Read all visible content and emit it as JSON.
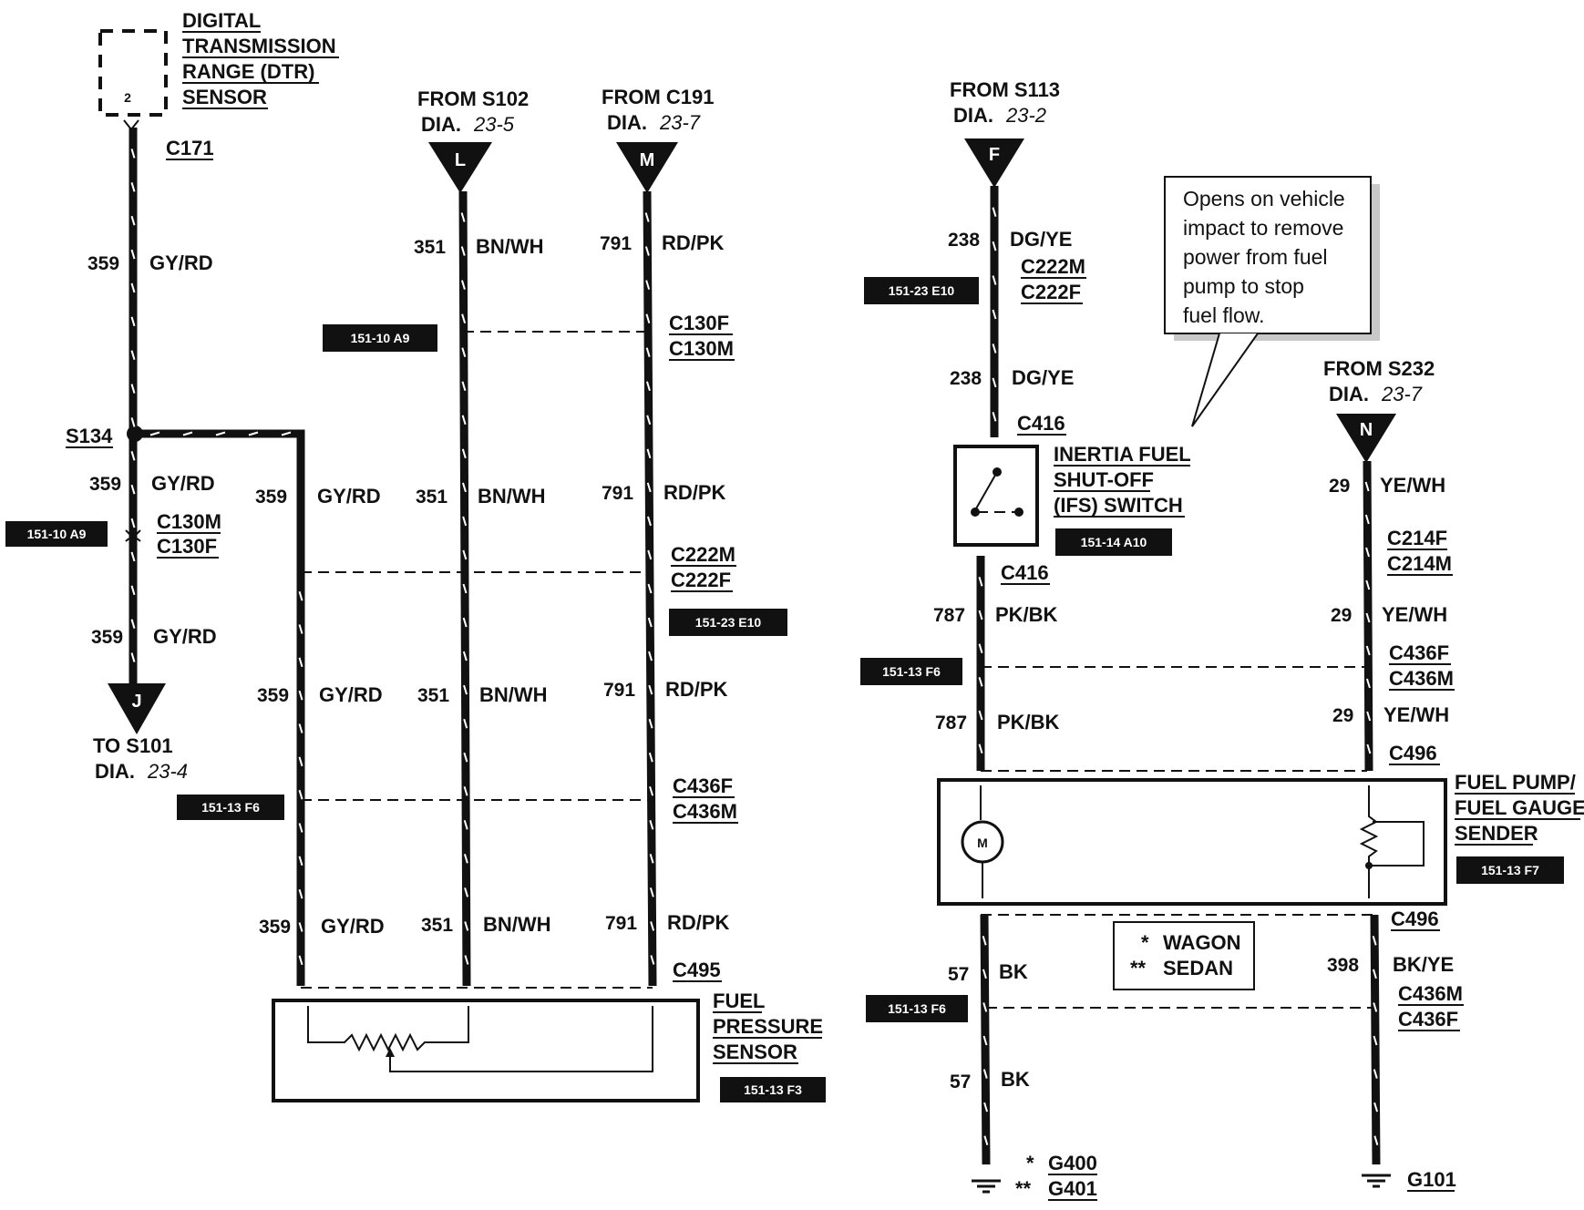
{
  "dtr_sensor": {
    "pin": "2",
    "title_lines": [
      "DIGITAL",
      "TRANSMISSION",
      "RANGE (DTR)",
      "SENSOR"
    ],
    "connector": "C171"
  },
  "splice_s134": "S134",
  "to_s101": {
    "line1": "TO S101",
    "dia_prefix": "DIA.",
    "dia_ref": "23-4",
    "tri": "J"
  },
  "from_s102": {
    "line1": "FROM S102",
    "dia_prefix": "DIA.",
    "dia_ref": "23-5",
    "tri": "L"
  },
  "from_c191": {
    "line1": "FROM C191",
    "dia_prefix": "DIA.",
    "dia_ref": "23-7",
    "tri": "M"
  },
  "from_s113": {
    "line1": "FROM S113",
    "dia_prefix": "DIA.",
    "dia_ref": "23-2",
    "tri": "F"
  },
  "from_s232": {
    "line1": "FROM S232",
    "dia_prefix": "DIA.",
    "dia_ref": "23-7",
    "tri": "N"
  },
  "wires": {
    "w359": {
      "num": "359",
      "color": "GY/RD"
    },
    "w351": {
      "num": "351",
      "color": "BN/WH"
    },
    "w791": {
      "num": "791",
      "color": "RD/PK"
    },
    "w238": {
      "num": "238",
      "color": "DG/YE"
    },
    "w787": {
      "num": "787",
      "color": "PK/BK"
    },
    "w29": {
      "num": "29",
      "color": "YE/WH"
    },
    "w57": {
      "num": "57",
      "color": "BK"
    },
    "w398": {
      "num": "398",
      "color": "BK/YE"
    }
  },
  "connectors": {
    "c130m": "C130M",
    "c130f": "C130F",
    "c222m": "C222M",
    "c222f": "C222F",
    "c436f": "C436F",
    "c436m": "C436M",
    "c495": "C495",
    "c416": "C416",
    "c214f": "C214F",
    "c214m": "C214M",
    "c496": "C496"
  },
  "refs": {
    "r151_10_a9": "151-10 A9",
    "r151_13_f6": "151-13 F6",
    "r151_23_e10": "151-23 E10",
    "r151_13_f3": "151-13 F3",
    "r151_14_a10": "151-14 A10",
    "r151_13_f7": "151-13 F7"
  },
  "fuel_pressure_sensor": [
    "FUEL",
    "PRESSURE",
    "SENSOR"
  ],
  "ifs_switch": [
    "INERTIA FUEL",
    "SHUT-OFF",
    "(IFS) SWITCH"
  ],
  "fuel_pump": {
    "lines": [
      "FUEL PUMP/",
      "FUEL GAUGE",
      "SENDER"
    ],
    "motor": "M"
  },
  "callout": [
    "Opens on vehicle",
    "impact to remove",
    "power from fuel",
    "pump to stop",
    "fuel flow."
  ],
  "legend": {
    "wagon_mark": "*",
    "wagon": "WAGON",
    "sedan_mark": "**",
    "sedan": "SEDAN"
  },
  "grounds": {
    "g400_mark": "*",
    "g400": "G400",
    "g401_mark": "**",
    "g401": "G401",
    "g101": "G101"
  }
}
